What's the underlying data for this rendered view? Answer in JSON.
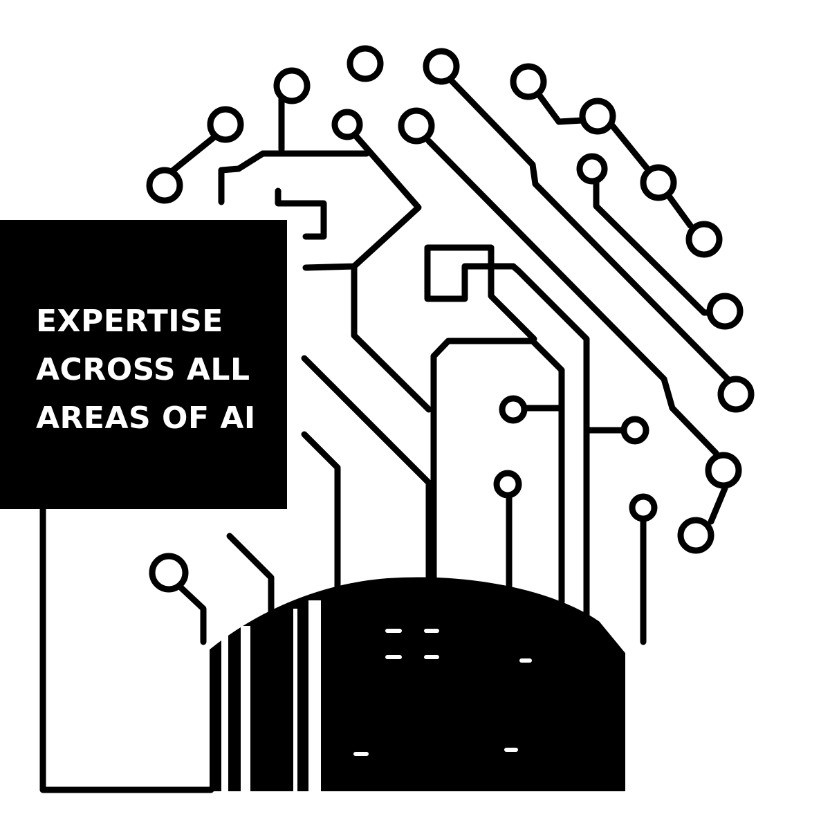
{
  "headline": {
    "lines": [
      "EXPERTISE",
      "ACROSS ALL",
      "AREAS OF AI"
    ]
  },
  "colors": {
    "ink": "#000000",
    "paper": "#ffffff"
  },
  "graphic": {
    "name": "circuit-board-illustration",
    "icon": "circuit-chip-icon"
  }
}
